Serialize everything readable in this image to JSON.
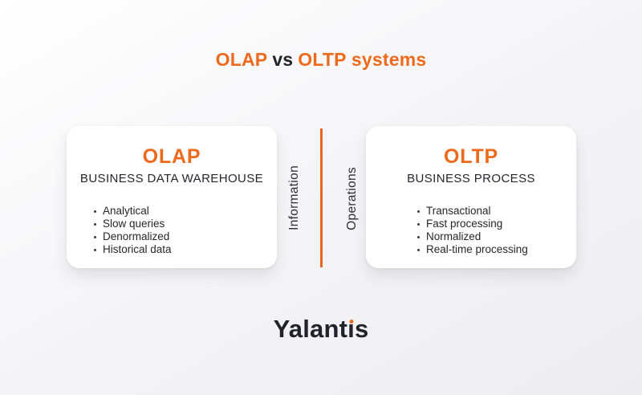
{
  "colors": {
    "accent_orange": "#ED6A1D",
    "divider_orange": "#E8641F",
    "dark_text": "#23232C",
    "card_background": "#FFFFFF",
    "page_background": "#F1F1F4"
  },
  "title": {
    "part1": "OLAP",
    "part2": "vs",
    "part3": "OLTP systems"
  },
  "divider": {
    "left_label": "Information",
    "right_label": "Operations"
  },
  "cards": [
    {
      "heading": "OLAP",
      "subheading": "BUSINESS DATA WAREHOUSE",
      "items": [
        "Analytical",
        "Slow queries",
        "Denormalized",
        "Historical data"
      ]
    },
    {
      "heading": "OLTP",
      "subheading": "BUSINESS PROCESS",
      "items": [
        "Transactional",
        "Fast processing",
        "Normalized",
        "Real-time processing"
      ]
    }
  ],
  "logo": {
    "text": "Yalantis",
    "part1": "Yalant",
    "dotless_i": "ı",
    "part2": "s",
    "dot_color": "#ED6A1D"
  }
}
